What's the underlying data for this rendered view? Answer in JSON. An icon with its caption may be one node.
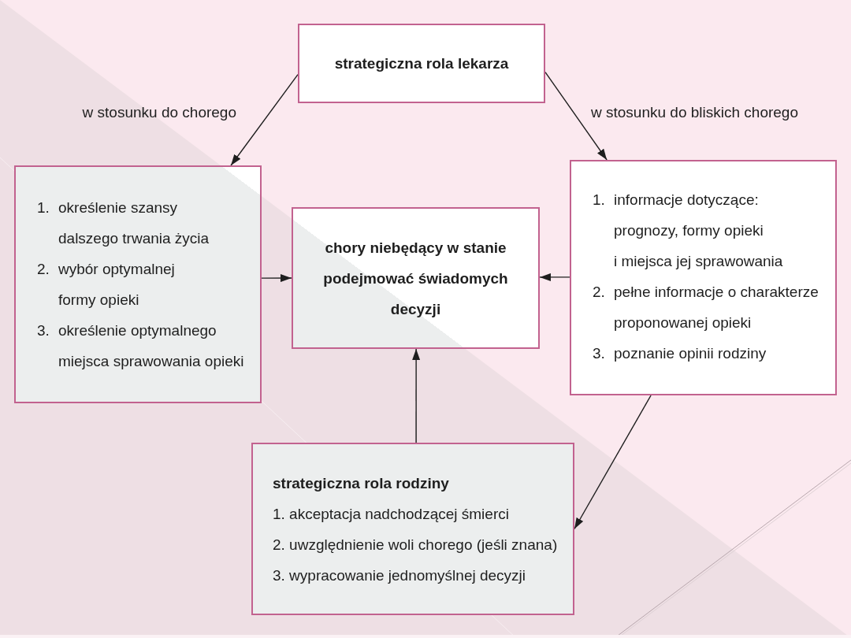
{
  "diagram": {
    "nodes": [
      {
        "text": [
          "strategiczna rola lekarza"
        ]
      },
      {
        "text": [
          "1. określenie szansy dalszego trwania życia",
          "2. wybór optymalnej formy opieki",
          "3. określenie optymalnego miejsca sprawowania opieki"
        ]
      },
      {
        "text": [
          "chory niebędący w stanie podejmować świadomych decyzji"
        ]
      },
      {
        "text": [
          "1. informacje dotyczące: prognozy, formy opieki i miejsca jej sprawowania",
          "2. pełne informacje o charakterze proponowanej opieki",
          "3. poznanie opinii rodziny"
        ]
      },
      {
        "text": [
          "strategiczna rola rodziny",
          "1. akceptacja nadchodzącej śmierci",
          "2. uwzględnienie woli chorego (jeśli znana)",
          "3. wypracowanie jednomyślnej decyzji"
        ]
      }
    ],
    "edges": [
      {
        "from": 0,
        "to": 1,
        "arrow": "to",
        "label": "w stosunku do chorego"
      },
      {
        "from": 0,
        "to": 3,
        "arrow": "to",
        "label": "w stosunku do bliskich chorego"
      },
      {
        "from": 1,
        "to": 2,
        "arrow": "to"
      },
      {
        "from": 3,
        "to": 2,
        "arrow": "to"
      },
      {
        "from": 4,
        "to": 2,
        "arrow": "to"
      },
      {
        "from": 3,
        "to": 4,
        "arrow": "to"
      }
    ]
  }
}
